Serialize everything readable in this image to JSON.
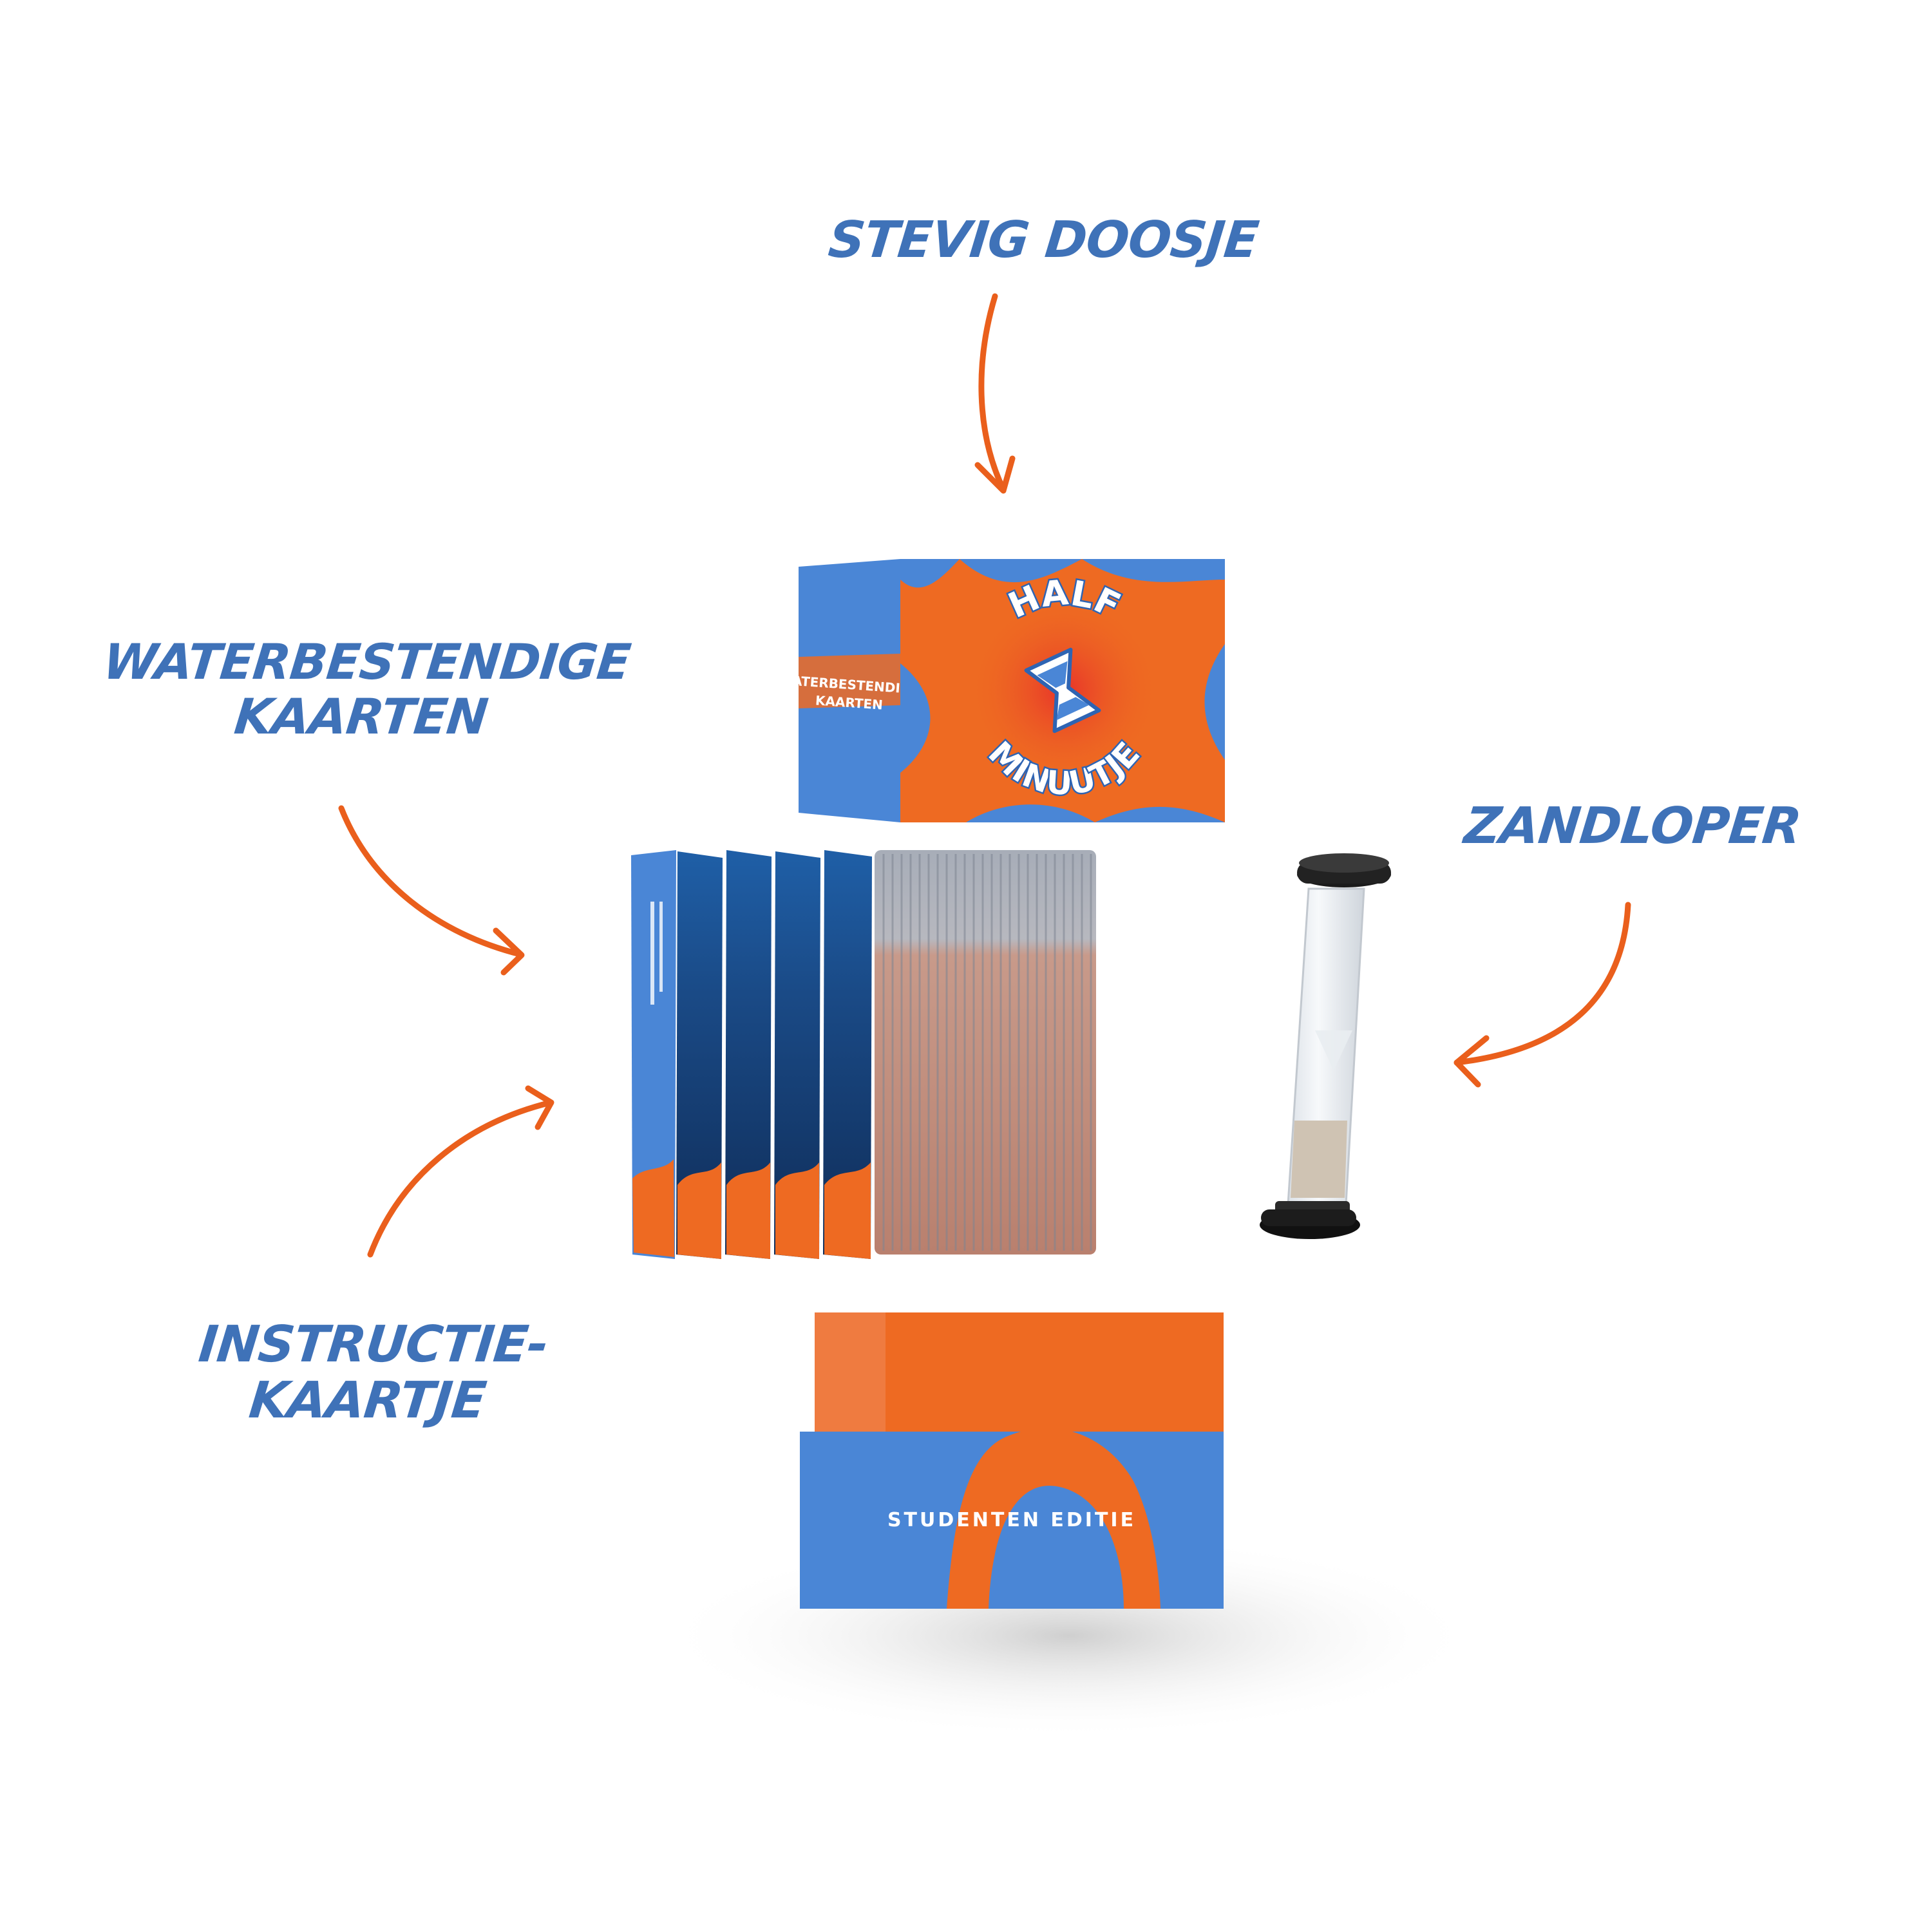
{
  "callouts": {
    "box": "STEVIG DOOSJE",
    "cards": [
      "WATERBESTENDIGE",
      "KAARTEN"
    ],
    "sandglass": "ZANDLOPER",
    "instruction": [
      "INSTRUCTIE-",
      "KAARTJE"
    ]
  },
  "lid": {
    "logo_top": "HALF",
    "logo_bottom": "MINUUTJE",
    "side_text": [
      "WATERBESTENDIGE",
      "KAARTEN"
    ]
  },
  "base": {
    "label": "STUDENTEN EDITIE"
  },
  "colors": {
    "blue": "#4a86d6",
    "orange": "#ee6a22",
    "callout_text": "#3f72b8",
    "arrow": "#ea5f1c"
  }
}
